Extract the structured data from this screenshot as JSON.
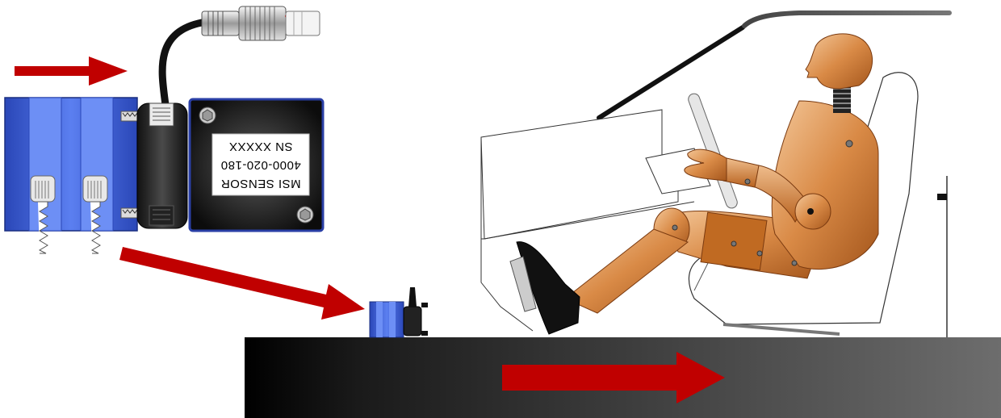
{
  "label": {
    "line1": "MSI SENSOR",
    "line2": "4000-020-180",
    "line3": "SN XXXXX"
  },
  "colors": {
    "arrow": "#c00000",
    "sensor_blue": "#3f63d8",
    "dummy_orange": "#d2782a",
    "platform_dark": "#000000",
    "platform_light": "#6a6a6a"
  }
}
